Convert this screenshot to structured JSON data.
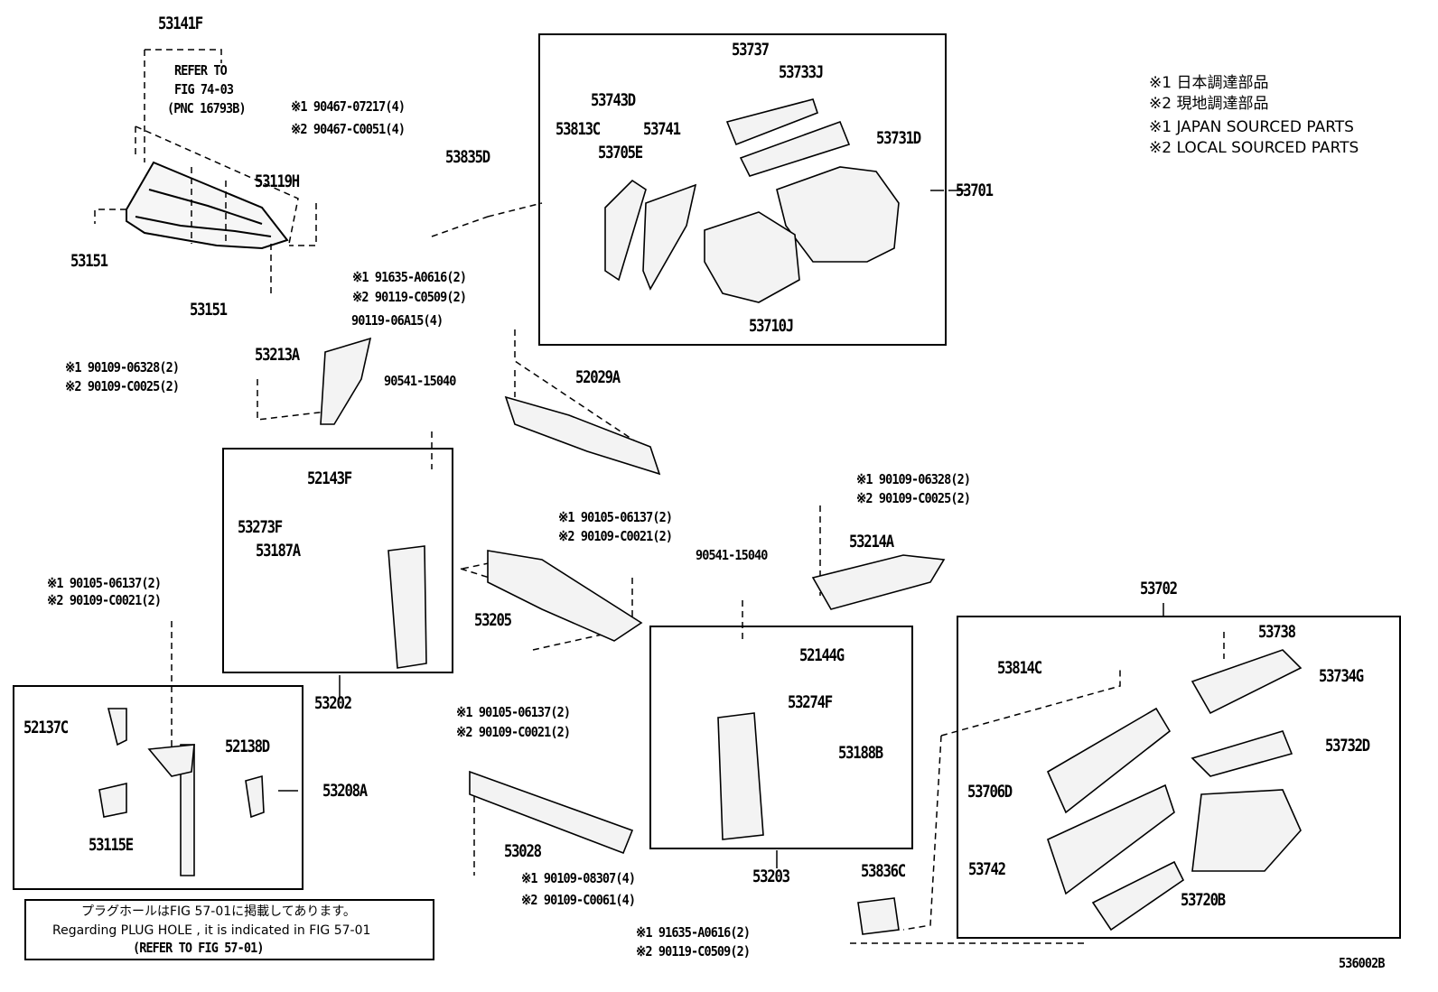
{
  "legend": [
    "※1 日本調達部品",
    "※2 現地調達部品",
    "※1 JAPAN SOURCED PARTS",
    "※2 LOCAL SOURCED PARTS"
  ],
  "refer": {
    "line1": "REFER TO",
    "line2": "FIG 74-03",
    "line3": "(PNC 16793B)"
  },
  "parts": {
    "p53141F": "53141F",
    "p53151a": "53151",
    "p53151b": "53151",
    "p53119H": "53119H",
    "p53835D": "53835D",
    "p53737": "53737",
    "p53733J": "53733J",
    "p53743D": "53743D",
    "p53813C": "53813C",
    "p53741": "53741",
    "p53705E": "53705E",
    "p53731D": "53731D",
    "p53701": "53701",
    "p53710J": "53710J",
    "p53213A": "53213A",
    "p52029A": "52029A",
    "p52143F": "52143F",
    "p53273F": "53273F",
    "p53187A": "53187A",
    "p53202": "53202",
    "p53205": "53205",
    "p53214A": "53214A",
    "p53702": "53702",
    "p53738": "53738",
    "p53814C": "53814C",
    "p53734G": "53734G",
    "p53732D": "53732D",
    "p53706D": "53706D",
    "p53742": "53742",
    "p53720B": "53720B",
    "p53836C": "53836C",
    "p52144G": "52144G",
    "p53274F": "53274F",
    "p53188B": "53188B",
    "p53203": "53203",
    "p53028": "53028",
    "p52137C": "52137C",
    "p52138D": "52138D",
    "p53208A": "53208A",
    "p53115E": "53115E",
    "p90541a": "90541-15040",
    "p90541b": "90541-15040",
    "p90119_06A15": "90119-06A15(4)"
  },
  "bolts": {
    "b1a": "※1 90467-07217(4)",
    "b1b": "※2 90467-C0051(4)",
    "b2a": "※1 91635-A0616(2)",
    "b2b": "※2 90119-C0509(2)",
    "b3a": "※1 90109-06328(2)",
    "b3b": "※2 90109-C0025(2)",
    "b4a": "※1 90109-06328(2)",
    "b4b": "※2 90109-C0025(2)",
    "b5a": "※1 90105-06137(2)",
    "b5b": "※2 90109-C0021(2)",
    "b6a": "※1 90105-06137(2)",
    "b6b": "※2 90109-C0021(2)",
    "b7a": "※1 90105-06137(2)",
    "b7b": "※2 90109-C0021(2)",
    "b8a": "※1  90109-08307(4)",
    "b8b": "※2  90109-C0061(4)",
    "b9a": "※1 91635-A0616(2)",
    "b9b": "※2 90119-C0509(2)"
  },
  "note": {
    "jp": "プラグホールはFIG 57-01に掲載してあります。",
    "en": "Regarding  PLUG HOLE , it is indicated in FIG 57-01",
    "ref": "(REFER TO FIG 57-01)"
  },
  "figure_id": "536002B"
}
